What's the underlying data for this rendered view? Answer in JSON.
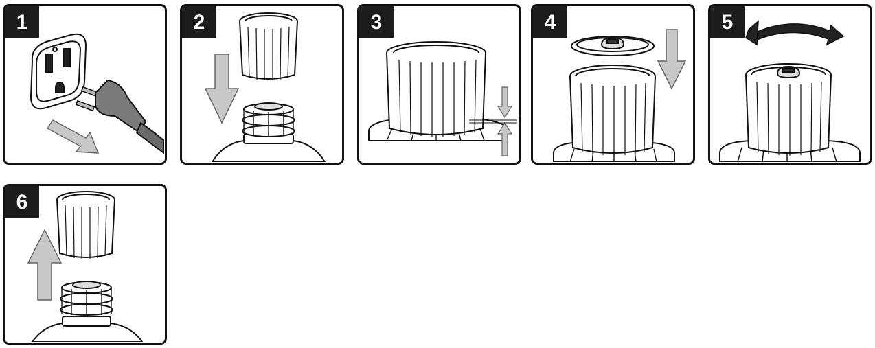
{
  "steps": [
    {
      "number": "1",
      "label": "unplug-vacuum"
    },
    {
      "number": "2",
      "label": "place-filter-over-cage"
    },
    {
      "number": "3",
      "label": "seat-filter-on-base"
    },
    {
      "number": "4",
      "label": "attach-retainer-disc"
    },
    {
      "number": "5",
      "label": "turn-knob-to-lock"
    },
    {
      "number": "6",
      "label": "remove-filter"
    }
  ],
  "colors": {
    "ink": "#111111",
    "badge": "#1c1c1c",
    "arrow_fill": "#c8c8c8",
    "plug_fill": "#7a7a7a"
  }
}
